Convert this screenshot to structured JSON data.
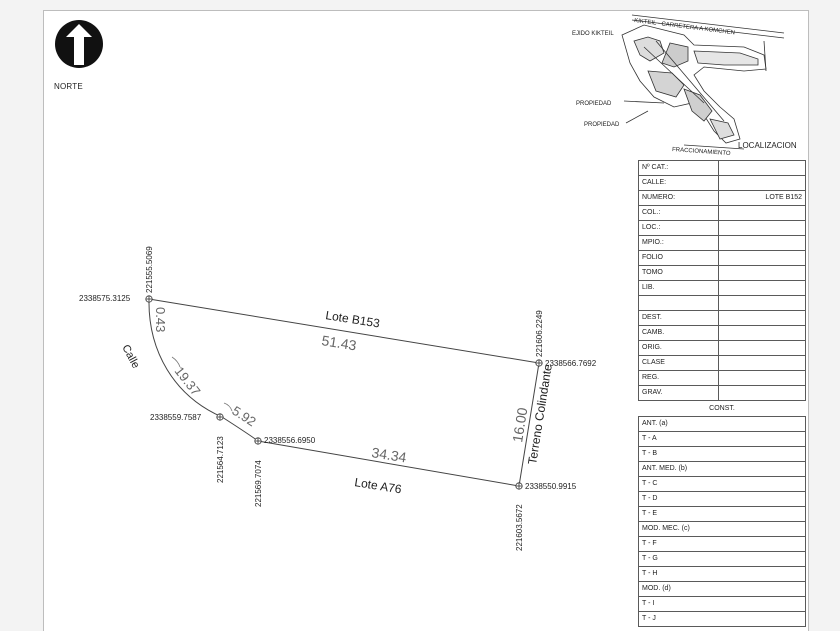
{
  "north_label": "NORTE",
  "location_map": {
    "ejido": "EJIDO KIKTEIL",
    "road": "KIKTEIL - CARRETERA A KOMCHEN",
    "propiedad_1": "PROPIEDAD",
    "propiedad_2": "PROPIEDAD",
    "fraccionamiento": "FRACCIONAMIENTO",
    "title": "LOCALIZACION"
  },
  "plan": {
    "lot_top": "Lote B153",
    "lot_bottom": "Lote A76",
    "street": "Calle",
    "side_label": "Terreno Colindante",
    "dim_top": "51.43",
    "dim_bottom": "34.34",
    "dim_right": "16.00",
    "dim_arc_small": "0.43",
    "dim_arc_mid": "19.37",
    "dim_arc_low": "5.92",
    "points": {
      "p1_x": "221555.5069",
      "p1_y": "2338575.3125",
      "p2_x": "221606.2249",
      "p2_y": "2338566.7692",
      "p3_x": "221564.7123",
      "p3_y": "2338559.7587",
      "p4_x": "221569.7074",
      "p4_y": "2338556.6950",
      "p5_x": "221603.5672",
      "p5_y": "2338550.9915"
    }
  },
  "info_table": [
    {
      "label": "Nº CAT.:",
      "value": ""
    },
    {
      "label": "CALLE:",
      "value": ""
    },
    {
      "label": "NUMERO:",
      "value": "LOTE B152"
    },
    {
      "label": "COL.:",
      "value": ""
    },
    {
      "label": "LOC.:",
      "value": ""
    },
    {
      "label": "MPIO.:",
      "value": ""
    },
    {
      "label": "FOLIO",
      "value": ""
    },
    {
      "label": "TOMO",
      "value": ""
    },
    {
      "label": "LIB.",
      "value": ""
    },
    {
      "label": "",
      "value": ""
    },
    {
      "label": "DEST.",
      "value": ""
    },
    {
      "label": "CAMB.",
      "value": ""
    },
    {
      "label": "ORIG.",
      "value": ""
    },
    {
      "label": "CLASE",
      "value": ""
    },
    {
      "label": "REG.",
      "value": ""
    },
    {
      "label": "GRAV.",
      "value": ""
    }
  ],
  "const_table": {
    "title": "CONST.",
    "rows": [
      "ANT. (a)",
      "T - A",
      "T - B",
      "ANT. MED. (b)",
      "T - C",
      "T - D",
      "T - E",
      "MOD. MEC. (c)",
      "T - F",
      "T - G",
      "T - H",
      "MOD. (d)",
      "T - I",
      "T - J"
    ]
  }
}
